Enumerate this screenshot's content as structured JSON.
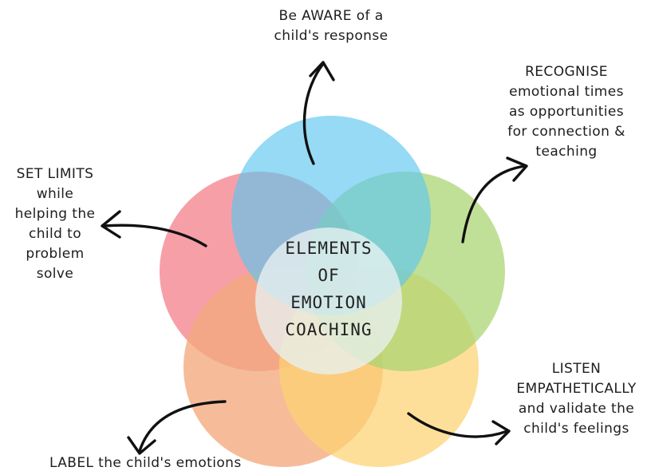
{
  "center": {
    "lines": [
      "ELEMENTS",
      "OF",
      "EMOTION",
      "COACHING"
    ]
  },
  "elements": {
    "aware": {
      "lines": [
        "Be AWARE of a",
        "child's response"
      ],
      "color": "#5ec6f0"
    },
    "recognise": {
      "lines": [
        "RECOGNISE",
        "emotional times",
        "as opportunities",
        "for connection &",
        "teaching"
      ],
      "color": "#a8d46f"
    },
    "listen": {
      "lines": [
        "LISTEN",
        "EMPATHETICALLY",
        "and validate the",
        "child's feelings"
      ],
      "color": "#fdd272"
    },
    "label": {
      "lines": [
        "LABEL the child's emotions"
      ],
      "color": "#f4a97e"
    },
    "limits": {
      "lines": [
        "SET LIMITS",
        "while",
        "helping the",
        "child to",
        "problem",
        "solve"
      ],
      "color": "#f48a94"
    }
  },
  "colors": {
    "center_fill": "#e8f1f1",
    "arrow": "#111111"
  }
}
